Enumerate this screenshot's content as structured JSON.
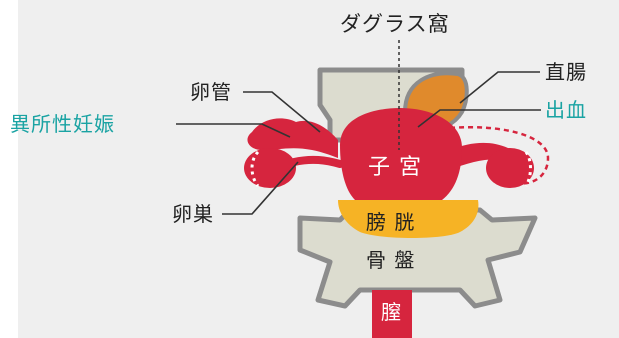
{
  "colors": {
    "background": "#efefef",
    "uterus": "#d6253e",
    "bladder": "#f6b325",
    "pelvis": "#dcdccf",
    "pelvis_outline": "#8c8c8c",
    "rectum": "#e08a2c",
    "teal_label": "#1aa3a3"
  },
  "labels": {
    "douglas_pouch": "ダグラス窩",
    "rectum": "直腸",
    "bleeding": "出血",
    "fallopian_tube": "卵管",
    "ectopic_pregnancy": "異所性妊娠",
    "ovary": "卵巣"
  },
  "organs": {
    "uterus": "子 宮",
    "bladder": "膀 胱",
    "pelvis": "骨 盤",
    "vagina": "膣"
  }
}
